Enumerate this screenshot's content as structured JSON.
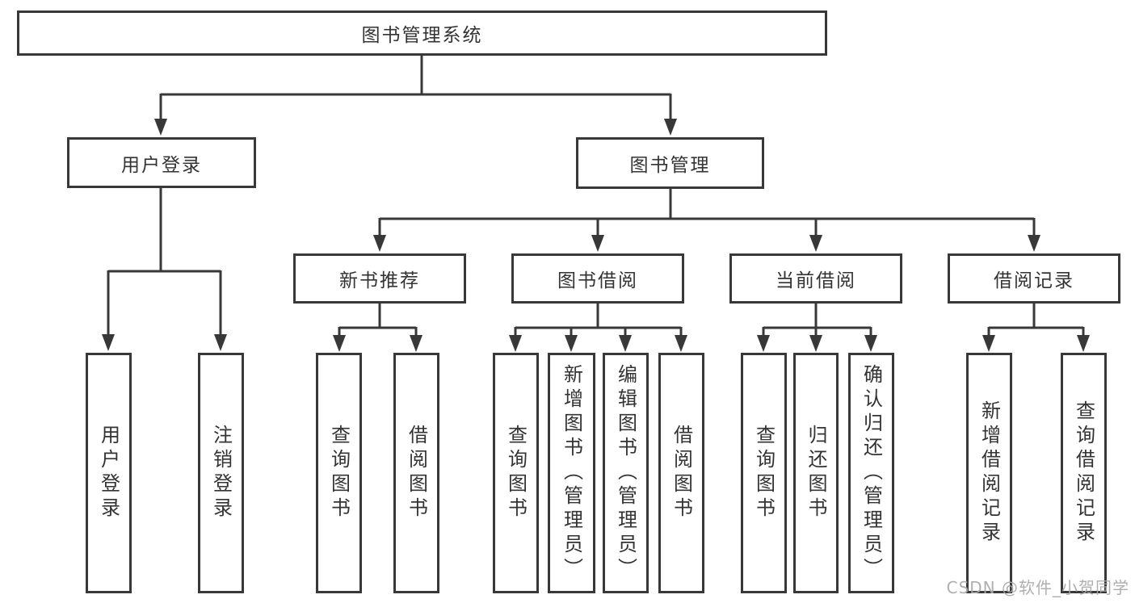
{
  "diagram": {
    "root": {
      "label": "图书管理系统"
    },
    "level2": [
      {
        "label": "用户登录"
      },
      {
        "label": "图书管理"
      }
    ],
    "level3": [
      {
        "label": "新书推荐",
        "parent": "图书管理"
      },
      {
        "label": "图书借阅",
        "parent": "图书管理"
      },
      {
        "label": "当前借阅",
        "parent": "图书管理"
      },
      {
        "label": "借阅记录",
        "parent": "图书管理"
      }
    ],
    "leaves": [
      {
        "label": "用户登录",
        "parent": "用户登录"
      },
      {
        "label": "注销登录",
        "parent": "用户登录"
      },
      {
        "label": "查询图书",
        "parent": "新书推荐"
      },
      {
        "label": "借阅图书",
        "parent": "新书推荐"
      },
      {
        "label": "查询图书",
        "parent": "图书借阅"
      },
      {
        "label": "新增图书（管理员）",
        "parent": "图书借阅"
      },
      {
        "label": "编辑图书（管理员）",
        "parent": "图书借阅"
      },
      {
        "label": "借阅图书",
        "parent": "图书借阅"
      },
      {
        "label": "查询图书",
        "parent": "当前借阅"
      },
      {
        "label": "归还图书",
        "parent": "当前借阅"
      },
      {
        "label": "确认归还（管理员）",
        "parent": "当前借阅"
      },
      {
        "label": "新增借阅记录",
        "parent": "借阅记录"
      },
      {
        "label": "查询借阅记录",
        "parent": "借阅记录"
      }
    ],
    "watermark": "CSDN @软件_小贺同学",
    "colors": {
      "stroke": "#383838",
      "text": "#333333",
      "watermark": "#a8a8a8",
      "background": "#ffffff"
    }
  }
}
